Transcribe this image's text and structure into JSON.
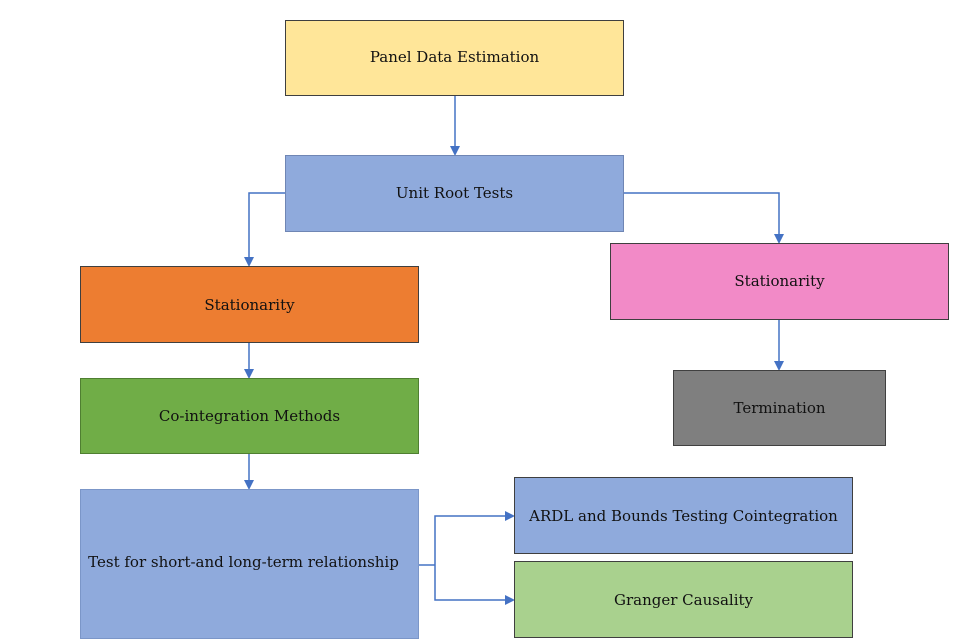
{
  "diagram": {
    "nodes": {
      "panel_data_estimation": "Panel Data Estimation",
      "unit_root_tests": "Unit Root Tests",
      "stationarity_left": "Stationarity",
      "stationarity_right": "Stationarity",
      "cointegration_methods": "Co-integration Methods",
      "termination": "Termination",
      "short_long_term_test": "Test for short-and long-term relationship",
      "ardl_bounds": "ARDL and Bounds Testing Cointegration",
      "granger_causality": "Granger Causality"
    },
    "colors": {
      "panel_data_estimation": "#ffe699",
      "unit_root_tests": "#8faadc",
      "stationarity_left": "#ed7d31",
      "stationarity_right": "#f28ac7",
      "cointegration_methods": "#70ad47",
      "termination": "#7f7f7f",
      "short_long_term_test": "#8faadc",
      "ardl_bounds": "#8faadc",
      "granger_causality": "#a9d18e",
      "connector": "#4472c4"
    },
    "edges": [
      {
        "from": "panel_data_estimation",
        "to": "unit_root_tests"
      },
      {
        "from": "unit_root_tests",
        "to": "stationarity_left"
      },
      {
        "from": "unit_root_tests",
        "to": "stationarity_right"
      },
      {
        "from": "stationarity_left",
        "to": "cointegration_methods"
      },
      {
        "from": "stationarity_right",
        "to": "termination"
      },
      {
        "from": "cointegration_methods",
        "to": "short_long_term_test"
      },
      {
        "from": "short_long_term_test",
        "to": "ardl_bounds"
      },
      {
        "from": "short_long_term_test",
        "to": "granger_causality"
      }
    ]
  }
}
